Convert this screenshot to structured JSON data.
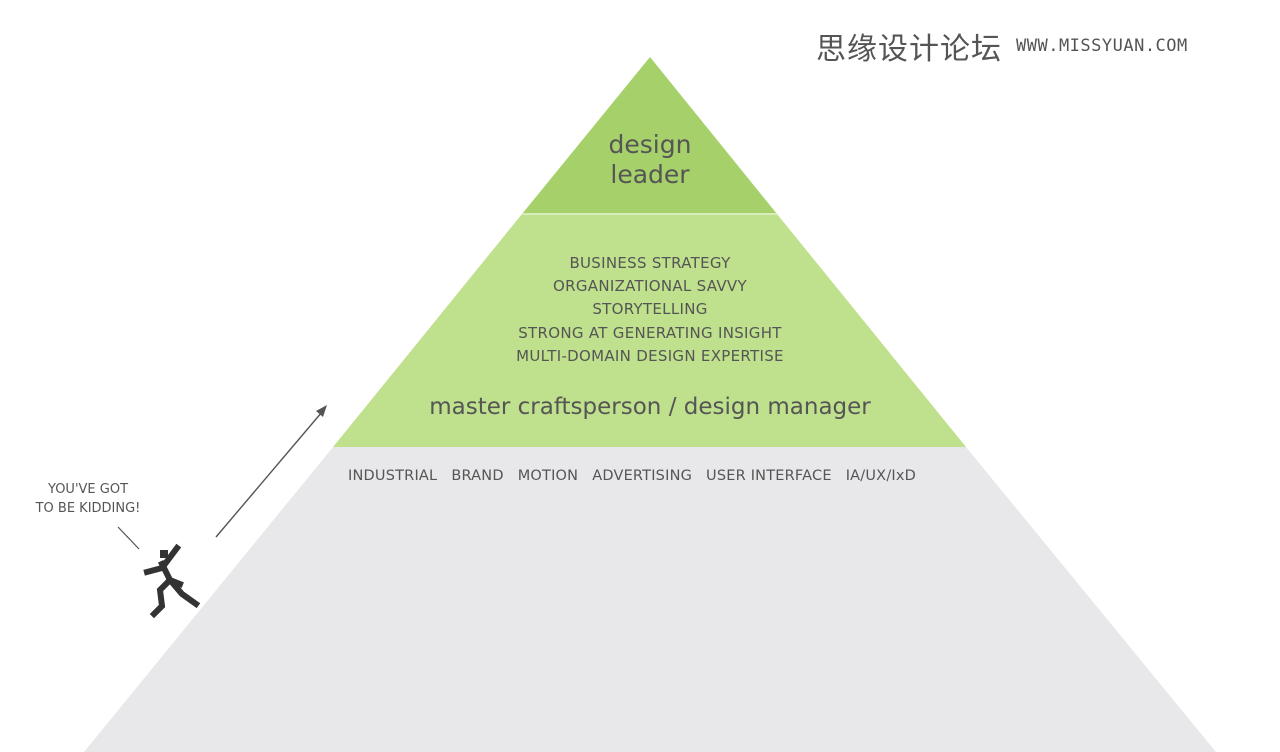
{
  "watermark": {
    "site_name": "思缘设计论坛",
    "url": "WWW.MISSYUAN.COM"
  },
  "pyramid": {
    "top_tier": {
      "line1": "design",
      "line2": "leader",
      "color": "#a6d06a"
    },
    "middle_tier": {
      "skills": [
        "BUSINESS STRATEGY",
        "ORGANIZATIONAL SAVVY",
        "STORYTELLING",
        "STRONG AT GENERATING INSIGHT",
        "MULTI-DOMAIN DESIGN EXPERTISE"
      ],
      "title": "master craftsperson / design manager",
      "color": "#bfe08c"
    },
    "base_tier": {
      "disciplines": [
        "INDUSTRIAL",
        "BRAND",
        "MOTION",
        "ADVERTISING",
        "USER INTERFACE",
        "IA/UX/IxD"
      ],
      "color": "#e8e8ea"
    }
  },
  "callout": {
    "line1": "YOU'VE GOT",
    "line2": "TO BE KIDDING!"
  },
  "text_color": "#555555",
  "figure_color": "#333333"
}
